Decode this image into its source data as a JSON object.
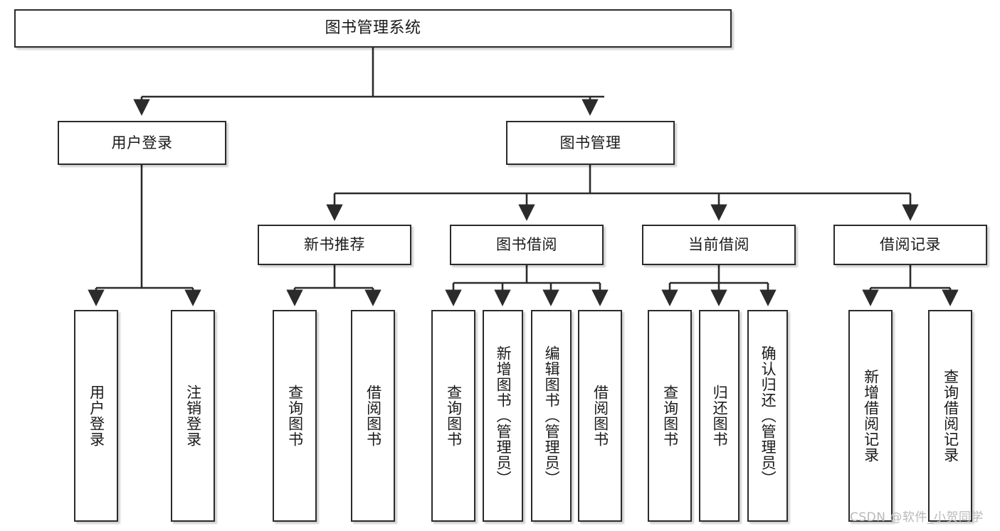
{
  "diagram": {
    "title": "图书管理系统",
    "type": "functional-structure-tree",
    "colors": {
      "box_border": "#2b2b2b",
      "box_fill": "#ffffff",
      "edge": "#2b2b2b",
      "text": "#1a1a1a",
      "watermark": "#b9b9b9",
      "background": "#ffffff"
    },
    "root": {
      "label": "图书管理系统"
    },
    "level2": [
      {
        "label": "用户登录"
      },
      {
        "label": "图书管理"
      }
    ],
    "level3": [
      {
        "label": "新书推荐"
      },
      {
        "label": "图书借阅"
      },
      {
        "label": "当前借阅"
      },
      {
        "label": "借阅记录"
      }
    ],
    "leaves": {
      "user_login": [
        {
          "label": "用户登录"
        },
        {
          "label": "注销登录"
        }
      ],
      "new_book_recommend": [
        {
          "label": "查询图书"
        },
        {
          "label": "借阅图书"
        }
      ],
      "book_borrow": [
        {
          "label": "查询图书"
        },
        {
          "label": "新增图书（管理员）"
        },
        {
          "label": "编辑图书（管理员）"
        },
        {
          "label": "借阅图书"
        }
      ],
      "current_borrow": [
        {
          "label": "查询图书"
        },
        {
          "label": "归还图书"
        },
        {
          "label": "确认归还（管理员）"
        }
      ],
      "borrow_record": [
        {
          "label": "新增借阅记录"
        },
        {
          "label": "查询借阅记录"
        }
      ]
    }
  },
  "watermark": {
    "text": "CSDN @软件_小贺同学"
  }
}
